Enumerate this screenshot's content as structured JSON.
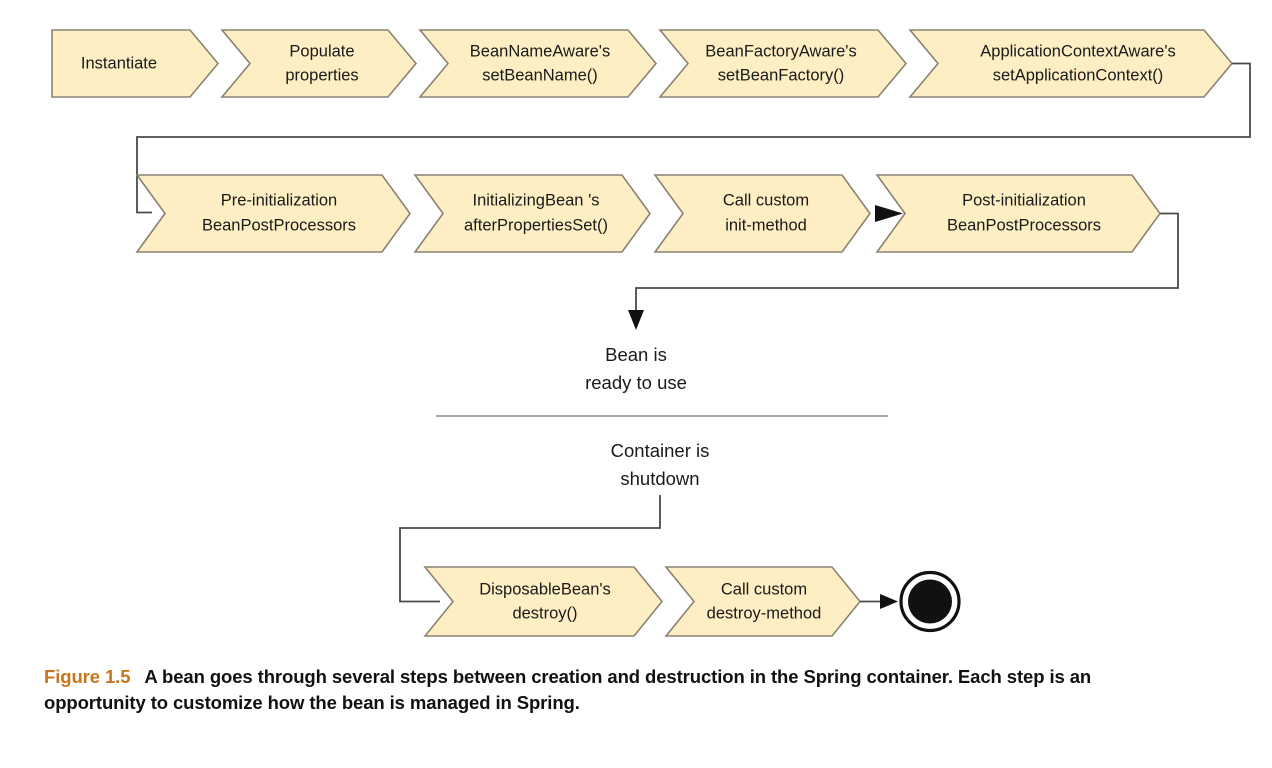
{
  "figure": {
    "number_label": "Figure 1.5",
    "caption": "A bean goes through several steps between creation and destruction in the Spring container. Each step is an opportunity to customize how the bean is managed in Spring."
  },
  "colors": {
    "chevron_fill": "#fdeec3",
    "chevron_stroke": "#8b8273",
    "connector": "#4a4a4a",
    "divider": "#9a9a9a",
    "text": "#1a1a1a",
    "figure_number": "#c8761b",
    "final_node": "#111111"
  },
  "diagram": {
    "type": "flowchart",
    "title": "Spring bean lifecycle",
    "rows": [
      {
        "name": "creation-row",
        "steps": [
          {
            "id": "instantiate",
            "line1": "Instantiate",
            "line2": ""
          },
          {
            "id": "populate-properties",
            "line1": "Populate",
            "line2": "properties"
          },
          {
            "id": "bean-name-aware",
            "line1": "BeanNameAware's",
            "line2": "setBeanName()"
          },
          {
            "id": "bean-factory-aware",
            "line1": "BeanFactoryAware's",
            "line2": "setBeanFactory()"
          },
          {
            "id": "application-context-aware",
            "line1": "ApplicationContextAware's",
            "line2": "setApplicationContext()"
          }
        ]
      },
      {
        "name": "initialization-row",
        "steps": [
          {
            "id": "pre-initialization",
            "line1": "Pre-initialization",
            "line2": "BeanPostProcessors"
          },
          {
            "id": "initializing-bean",
            "line1": "InitializingBean  's",
            "line2": "afterPropertiesSet()"
          },
          {
            "id": "custom-init-method",
            "line1": "Call custom",
            "line2": "init-method"
          },
          {
            "id": "post-initialization",
            "line1": "Post-initialization",
            "line2": "BeanPostProcessors"
          }
        ]
      },
      {
        "name": "destruction-row",
        "steps": [
          {
            "id": "disposable-bean",
            "line1": "DisposableBean's",
            "line2": "destroy()"
          },
          {
            "id": "custom-destroy-method",
            "line1": "Call custom",
            "line2": "destroy-method"
          }
        ]
      }
    ],
    "states": [
      {
        "id": "bean-ready",
        "line1": "Bean is",
        "line2": "ready to use"
      },
      {
        "id": "container-shutdown",
        "line1": "Container is",
        "line2": "shutdown"
      }
    ],
    "final_node": {
      "id": "final-state",
      "shape": "filled-circle-with-ring"
    }
  }
}
